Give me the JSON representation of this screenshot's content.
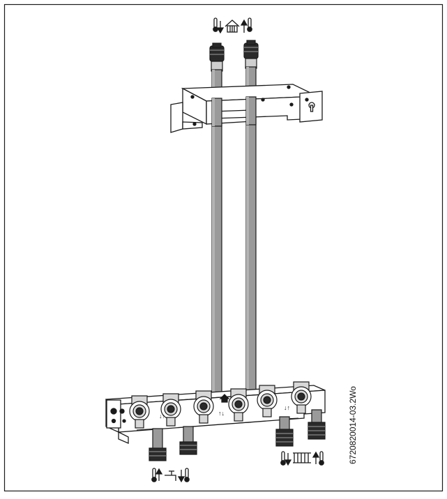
{
  "figure": {
    "code": "6720820014-03.2Wo"
  },
  "components": {
    "upper_connection": "heating flow / heating return (house symbol)",
    "bottom_left_connection": "hot water / cold water (tap symbol)",
    "bottom_right_connection": "heating return / heating flow (radiator symbol)"
  },
  "colors": {
    "outline": "#1a1a1a",
    "pipe_fill": "#9a9a9a",
    "pipe_shade": "#7e7e7e",
    "valve_fill": "#d8d8d8",
    "background": "#ffffff"
  }
}
